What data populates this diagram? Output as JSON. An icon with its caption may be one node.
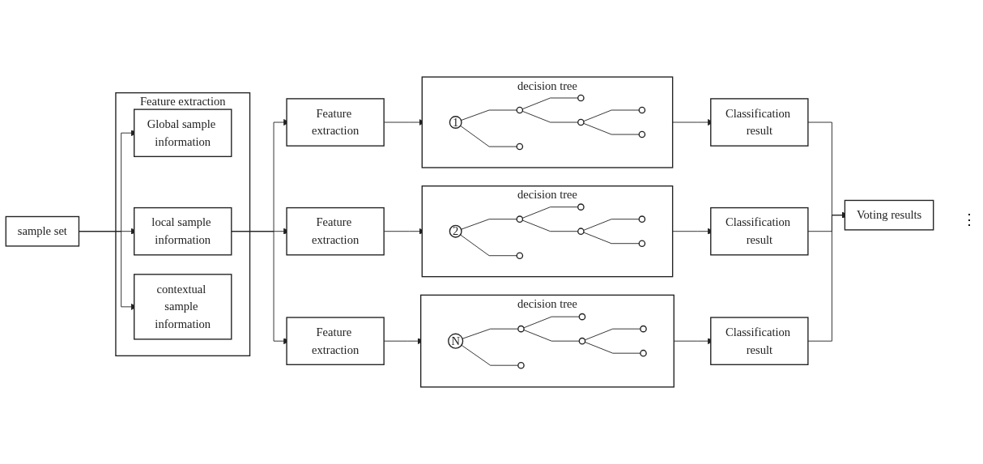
{
  "diagram": {
    "nodes": [
      {
        "text": [
          "sample set"
        ]
      },
      {
        "text": [
          "Feature extraction"
        ]
      },
      {
        "text": [
          "Global sample information"
        ],
        "in": 1
      },
      {
        "text": [
          "local sample information"
        ],
        "in": 1
      },
      {
        "text": [
          "contextual sample information"
        ],
        "in": 1
      },
      {
        "text": [
          "Feature extraction"
        ]
      },
      {
        "text": [
          "decision tree"
        ]
      },
      {
        "text": [
          "1"
        ],
        "in": 6
      },
      {
        "text": [],
        "shape": "circle",
        "in": 6
      },
      {
        "text": [],
        "shape": "circle",
        "in": 6
      },
      {
        "text": [],
        "shape": "circle",
        "in": 6
      },
      {
        "text": [],
        "shape": "circle",
        "in": 6
      },
      {
        "text": [],
        "shape": "circle",
        "in": 6
      },
      {
        "text": [],
        "shape": "circle",
        "in": 6
      },
      {
        "text": [
          "Classification result"
        ]
      },
      {
        "text": [
          "Feature extraction"
        ]
      },
      {
        "text": [
          "decision tree"
        ]
      },
      {
        "text": [
          "2"
        ],
        "in": 16
      },
      {
        "text": [],
        "shape": "circle",
        "in": 16
      },
      {
        "text": [],
        "shape": "circle",
        "in": 16
      },
      {
        "text": [],
        "shape": "circle",
        "in": 16
      },
      {
        "text": [],
        "shape": "circle",
        "in": 16
      },
      {
        "text": [],
        "shape": "circle",
        "in": 16
      },
      {
        "text": [],
        "shape": "circle",
        "in": 16
      },
      {
        "text": [
          "Classification result"
        ]
      },
      {
        "text": [
          "Feature extraction"
        ]
      },
      {
        "text": [
          "decision tree"
        ]
      },
      {
        "text": [
          "N"
        ],
        "in": 26
      },
      {
        "text": [],
        "shape": "circle",
        "in": 26
      },
      {
        "text": [],
        "shape": "circle",
        "in": 26
      },
      {
        "text": [],
        "shape": "circle",
        "in": 26
      },
      {
        "text": [],
        "shape": "circle",
        "in": 26
      },
      {
        "text": [],
        "shape": "circle",
        "in": 26
      },
      {
        "text": [],
        "shape": "circle",
        "in": 26
      },
      {
        "text": [
          "Classification result"
        ]
      },
      {
        "text": [
          "Voting results"
        ]
      }
    ],
    "edges": [
      {
        "from": 0,
        "to": 2,
        "arrow": "to"
      },
      {
        "from": 0,
        "to": 3,
        "arrow": "to"
      },
      {
        "from": 0,
        "to": 4,
        "arrow": "to"
      },
      {
        "from": 3,
        "to": 5,
        "arrow": "to"
      },
      {
        "from": 3,
        "to": 15,
        "arrow": "to"
      },
      {
        "from": 3,
        "to": 25,
        "arrow": "to"
      },
      {
        "from": 5,
        "to": 6,
        "arrow": "to"
      },
      {
        "from": 7,
        "to": 8,
        "arrow": "none"
      },
      {
        "from": 7,
        "to": 9,
        "arrow": "none"
      },
      {
        "from": 8,
        "to": 10,
        "arrow": "none"
      },
      {
        "from": 8,
        "to": 11,
        "arrow": "none"
      },
      {
        "from": 11,
        "to": 12,
        "arrow": "none"
      },
      {
        "from": 11,
        "to": 13,
        "arrow": "none"
      },
      {
        "from": 6,
        "to": 14,
        "arrow": "to"
      },
      {
        "from": 15,
        "to": 16,
        "arrow": "to"
      },
      {
        "from": 17,
        "to": 18,
        "arrow": "none"
      },
      {
        "from": 17,
        "to": 19,
        "arrow": "none"
      },
      {
        "from": 18,
        "to": 20,
        "arrow": "none"
      },
      {
        "from": 18,
        "to": 21,
        "arrow": "none"
      },
      {
        "from": 21,
        "to": 22,
        "arrow": "none"
      },
      {
        "from": 21,
        "to": 23,
        "arrow": "none"
      },
      {
        "from": 16,
        "to": 24,
        "arrow": "to"
      },
      {
        "from": 25,
        "to": 26,
        "arrow": "to"
      },
      {
        "from": 27,
        "to": 28,
        "arrow": "none"
      },
      {
        "from": 27,
        "to": 29,
        "arrow": "none"
      },
      {
        "from": 28,
        "to": 30,
        "arrow": "none"
      },
      {
        "from": 28,
        "to": 31,
        "arrow": "none"
      },
      {
        "from": 31,
        "to": 32,
        "arrow": "none"
      },
      {
        "from": 31,
        "to": 33,
        "arrow": "none"
      },
      {
        "from": 26,
        "to": 34,
        "arrow": "to"
      },
      {
        "from": 14,
        "to": 35,
        "arrow": "to"
      },
      {
        "from": 24,
        "to": 35,
        "arrow": "to"
      },
      {
        "from": 34,
        "to": 35,
        "arrow": "to"
      }
    ],
    "labels": [
      "⋮"
    ]
  }
}
